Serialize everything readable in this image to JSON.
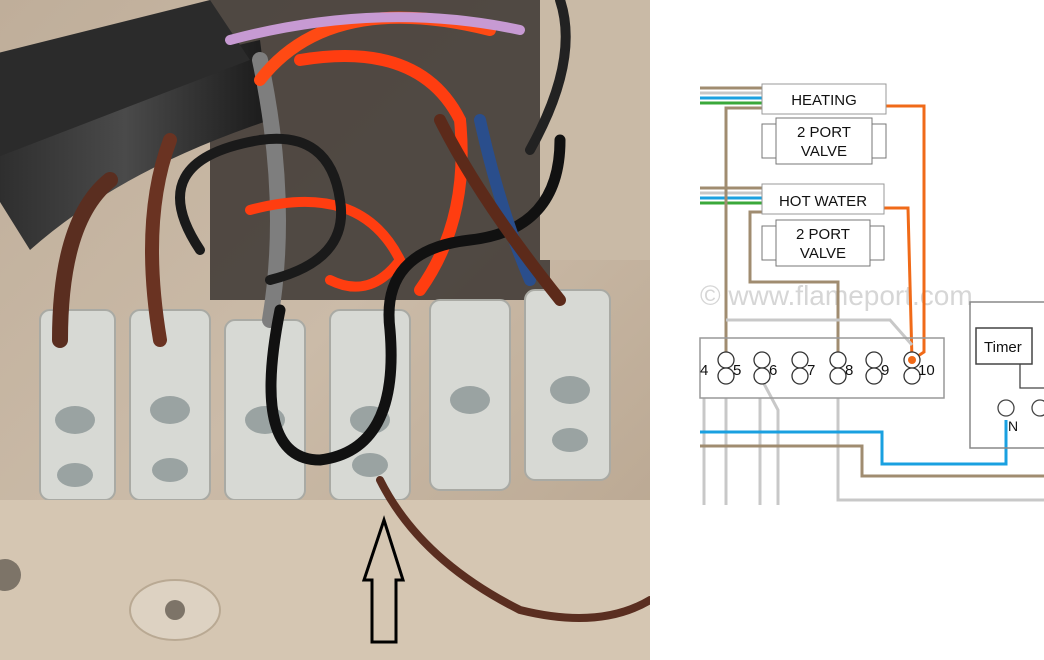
{
  "photo": {
    "description_icon": "wiring-centre-photo",
    "arrow_icon": "up-arrow-icon"
  },
  "diagram": {
    "heating_valve": {
      "title": "HEATING",
      "body_line1": "2 PORT",
      "body_line2": "VALVE"
    },
    "hotwater_valve": {
      "title": "HOT WATER",
      "body_line1": "2 PORT",
      "body_line2": "VALVE"
    },
    "watermark": "© www.flameport.com",
    "terminals": [
      "4",
      "5",
      "6",
      "7",
      "8",
      "9",
      "10"
    ],
    "timer": {
      "label": "Timer",
      "neutral": "N"
    },
    "colors": {
      "brown": "#a08c70",
      "orange": "#f06a18",
      "blue": "#1aa0e0",
      "grey": "#c8c8c8",
      "green": "#3aa83a"
    }
  }
}
